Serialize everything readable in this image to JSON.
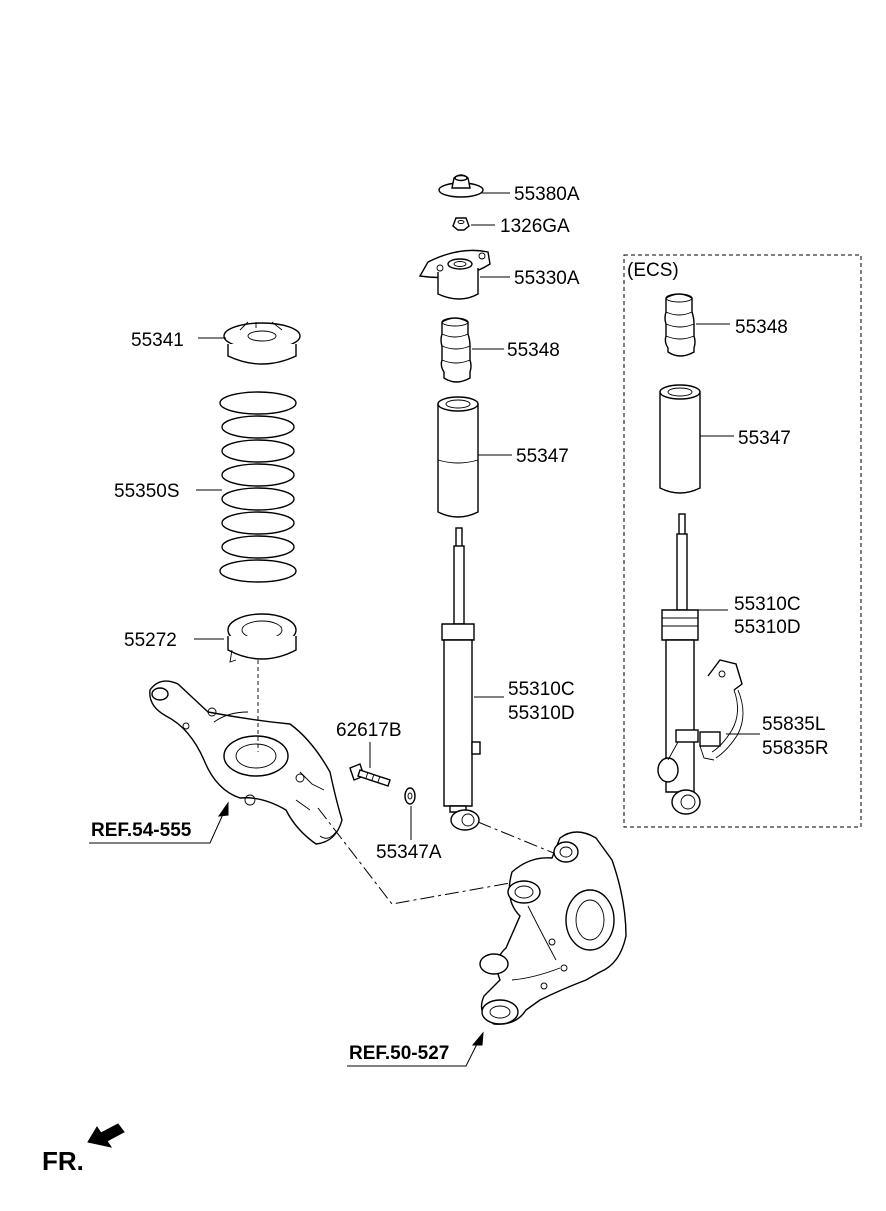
{
  "labels": {
    "top_mount_cap": "55380A",
    "nut": "1326GA",
    "top_mount": "55330A",
    "bump_stopper": "55348",
    "dust_cover": "55347",
    "spring_upper_pad": "55341",
    "coil_spring": "55350S",
    "spring_lower_pad": "55272",
    "shock_absorber_l1": "55310C",
    "shock_absorber_l2": "55310D",
    "bolt": "62617B",
    "washer": "55347A",
    "ecs_tag": "(ECS)",
    "ecs_bump_stopper": "55348",
    "ecs_dust_cover": "55347",
    "ecs_shock_l1": "55310C",
    "ecs_shock_l2": "55310D",
    "ecs_sensor_l1": "55835L",
    "ecs_sensor_l2": "55835R",
    "ref_lower_arm": "REF.54-555",
    "ref_knuckle": "REF.50-527",
    "front_indicator": "FR."
  }
}
